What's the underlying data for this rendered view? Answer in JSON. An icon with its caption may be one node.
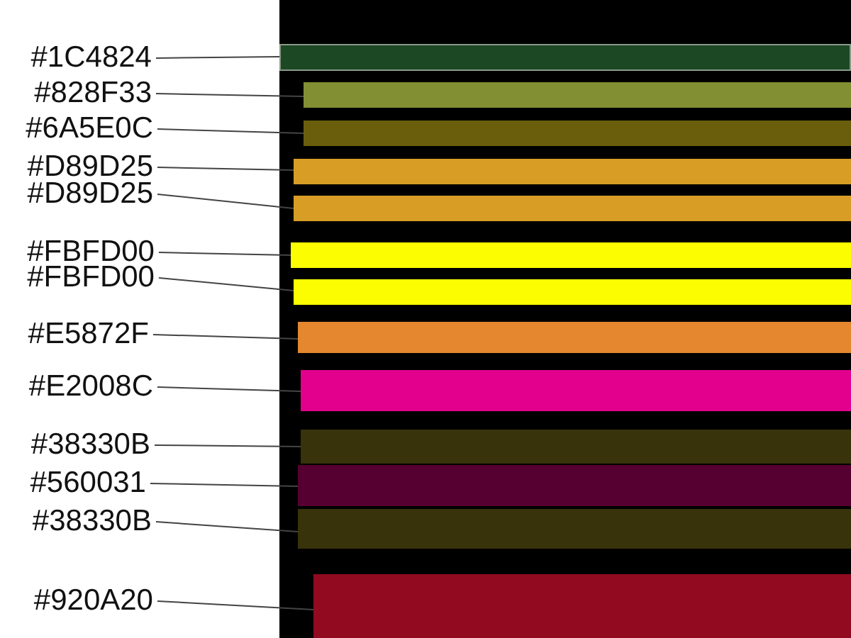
{
  "diagram": {
    "nodes": [
      {
        "text": [
          "#1C4824"
        ]
      },
      {
        "text": [],
        "shape": "bar"
      },
      {
        "text": [
          "#828F33"
        ]
      },
      {
        "text": [],
        "shape": "bar"
      },
      {
        "text": [
          "#6A5E0C"
        ]
      },
      {
        "text": [],
        "shape": "bar"
      },
      {
        "text": [
          "#D89D25"
        ]
      },
      {
        "text": [],
        "shape": "bar"
      },
      {
        "text": [
          "#D89D25"
        ]
      },
      {
        "text": [],
        "shape": "bar"
      },
      {
        "text": [
          "#FBFD00"
        ]
      },
      {
        "text": [],
        "shape": "bar"
      },
      {
        "text": [
          "#FBFD00"
        ]
      },
      {
        "text": [],
        "shape": "bar"
      },
      {
        "text": [
          "#E5872F"
        ]
      },
      {
        "text": [],
        "shape": "bar"
      },
      {
        "text": [
          "#E2008C"
        ]
      },
      {
        "text": [],
        "shape": "bar"
      },
      {
        "text": [
          "#38330B"
        ]
      },
      {
        "text": [],
        "shape": "bar"
      },
      {
        "text": [
          "#560031"
        ]
      },
      {
        "text": [],
        "shape": "bar"
      },
      {
        "text": [
          "#38330B"
        ]
      },
      {
        "text": [],
        "shape": "bar"
      },
      {
        "text": [
          "#920A20"
        ]
      },
      {
        "text": [],
        "shape": "bar"
      }
    ],
    "edges": [
      {
        "from": 0,
        "to": 1,
        "arrow": "none"
      },
      {
        "from": 2,
        "to": 3,
        "arrow": "none"
      },
      {
        "from": 4,
        "to": 5,
        "arrow": "none"
      },
      {
        "from": 6,
        "to": 7,
        "arrow": "none"
      },
      {
        "from": 8,
        "to": 9,
        "arrow": "none"
      },
      {
        "from": 10,
        "to": 11,
        "arrow": "none"
      },
      {
        "from": 12,
        "to": 13,
        "arrow": "none"
      },
      {
        "from": 14,
        "to": 15,
        "arrow": "none"
      },
      {
        "from": 16,
        "to": 17,
        "arrow": "none"
      },
      {
        "from": 18,
        "to": 19,
        "arrow": "none"
      },
      {
        "from": 20,
        "to": 21,
        "arrow": "none"
      },
      {
        "from": 22,
        "to": 23,
        "arrow": "none"
      },
      {
        "from": 24,
        "to": 25,
        "arrow": "none"
      }
    ]
  }
}
